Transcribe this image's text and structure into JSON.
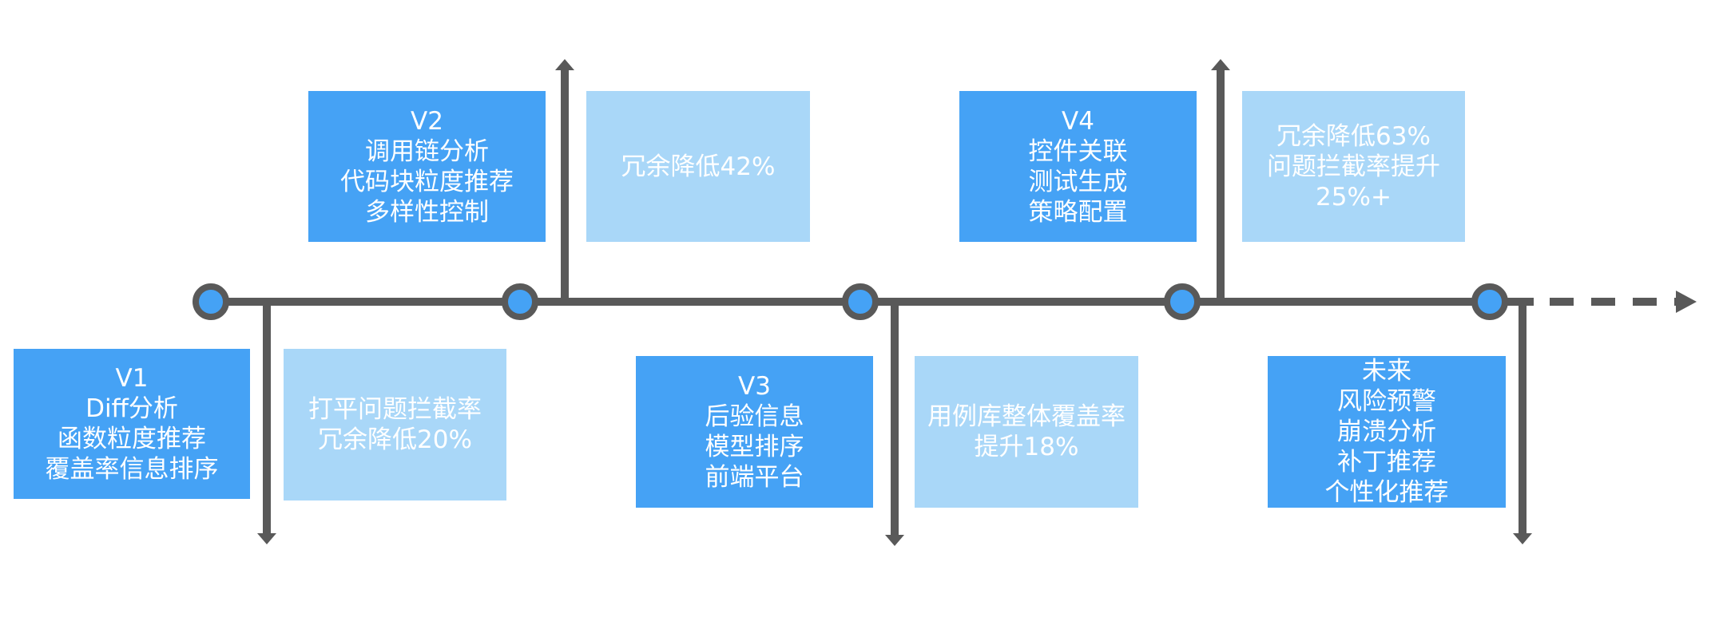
{
  "colors": {
    "axis": "#595959",
    "node_fill": "#45a2f5",
    "version_box": "#45a2f5",
    "result_box": "#a9d7f8",
    "text": "#ffffff"
  },
  "milestones": [
    {
      "id": "v1",
      "lines": [
        "V1",
        "Diff分析",
        "函数粒度推荐",
        "覆盖率信息排序"
      ]
    },
    {
      "id": "v2",
      "lines": [
        "V2",
        "调用链分析",
        "代码块粒度推荐",
        "多样性控制"
      ]
    },
    {
      "id": "v3",
      "lines": [
        "V3",
        "后验信息",
        "模型排序",
        "前端平台"
      ]
    },
    {
      "id": "v4",
      "lines": [
        "V4",
        "控件关联",
        "测试生成",
        "策略配置"
      ]
    },
    {
      "id": "future",
      "lines": [
        "未来",
        "风险预警",
        "崩溃分析",
        "补丁推荐",
        "个性化推荐"
      ]
    }
  ],
  "results": [
    {
      "id": "r1",
      "lines": [
        "打平问题拦截率",
        "冗余降低20%"
      ]
    },
    {
      "id": "r2",
      "lines": [
        "冗余降低42%"
      ]
    },
    {
      "id": "r3",
      "lines": [
        "用例库整体覆盖率",
        "提升18%"
      ]
    },
    {
      "id": "r4",
      "lines": [
        "冗余降低63%",
        "问题拦截率提升",
        "25%+"
      ]
    }
  ]
}
